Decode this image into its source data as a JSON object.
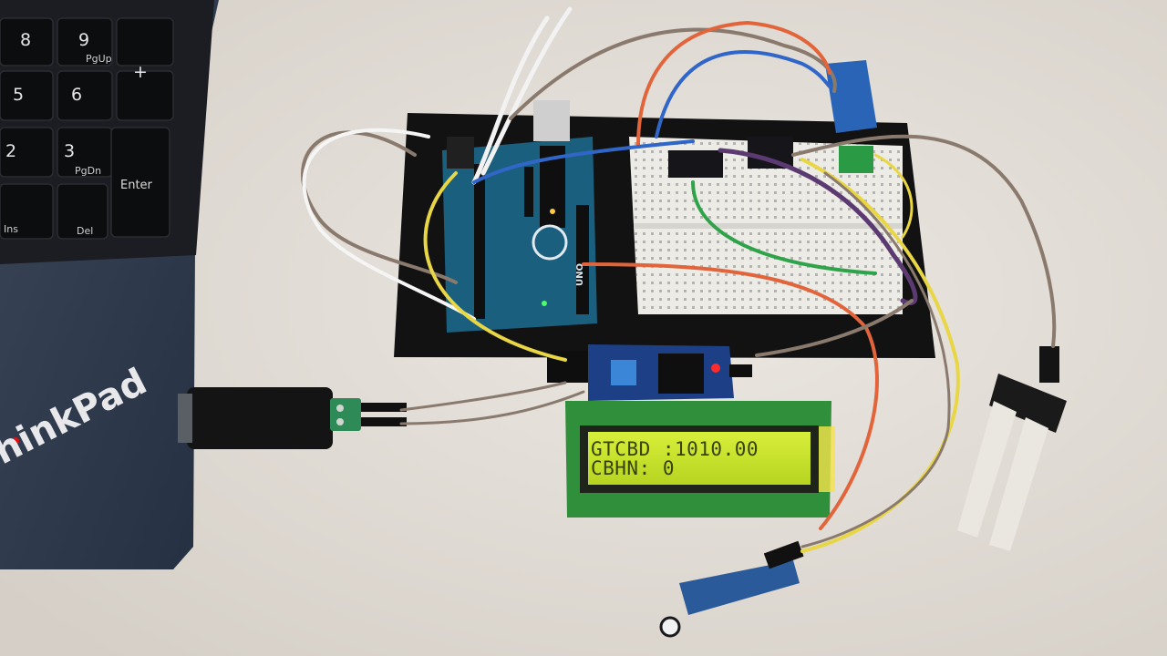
{
  "lcd": {
    "line1": "GTCBD :1010.00",
    "line2": "CBHN: 0",
    "backlight_color": "#c9e62a"
  },
  "laptop": {
    "brand": "hinkPad",
    "keys": [
      {
        "main": "8",
        "sub": ""
      },
      {
        "main": "9",
        "sub": "PgUp"
      },
      {
        "main": "5",
        "sub": ""
      },
      {
        "main": "6",
        "sub": ""
      },
      {
        "main": "2",
        "sub": ""
      },
      {
        "main": "3",
        "sub": "PgDn"
      },
      {
        "main": "Enter",
        "sub": ""
      },
      {
        "main": "Ins",
        "sub": ""
      },
      {
        "main": "Del",
        "sub": ""
      },
      {
        "main": "+",
        "sub": ""
      }
    ]
  },
  "arduino": {
    "label": "UNO",
    "color": "#1b5f7e"
  },
  "i2c_adapter": {
    "color": "#1d3f86"
  },
  "colors": {
    "desk": "#e2ddd6",
    "laptop_body": "#2e3a4e",
    "keyboard": "#121316",
    "wire_red": "#e2643b",
    "wire_blue": "#3166c9",
    "wire_yellow": "#e8d645",
    "wire_green": "#2fa34a",
    "wire_gray": "#8a7a6e",
    "wire_white": "#f2f2f2",
    "wire_purple": "#5a3a70"
  }
}
